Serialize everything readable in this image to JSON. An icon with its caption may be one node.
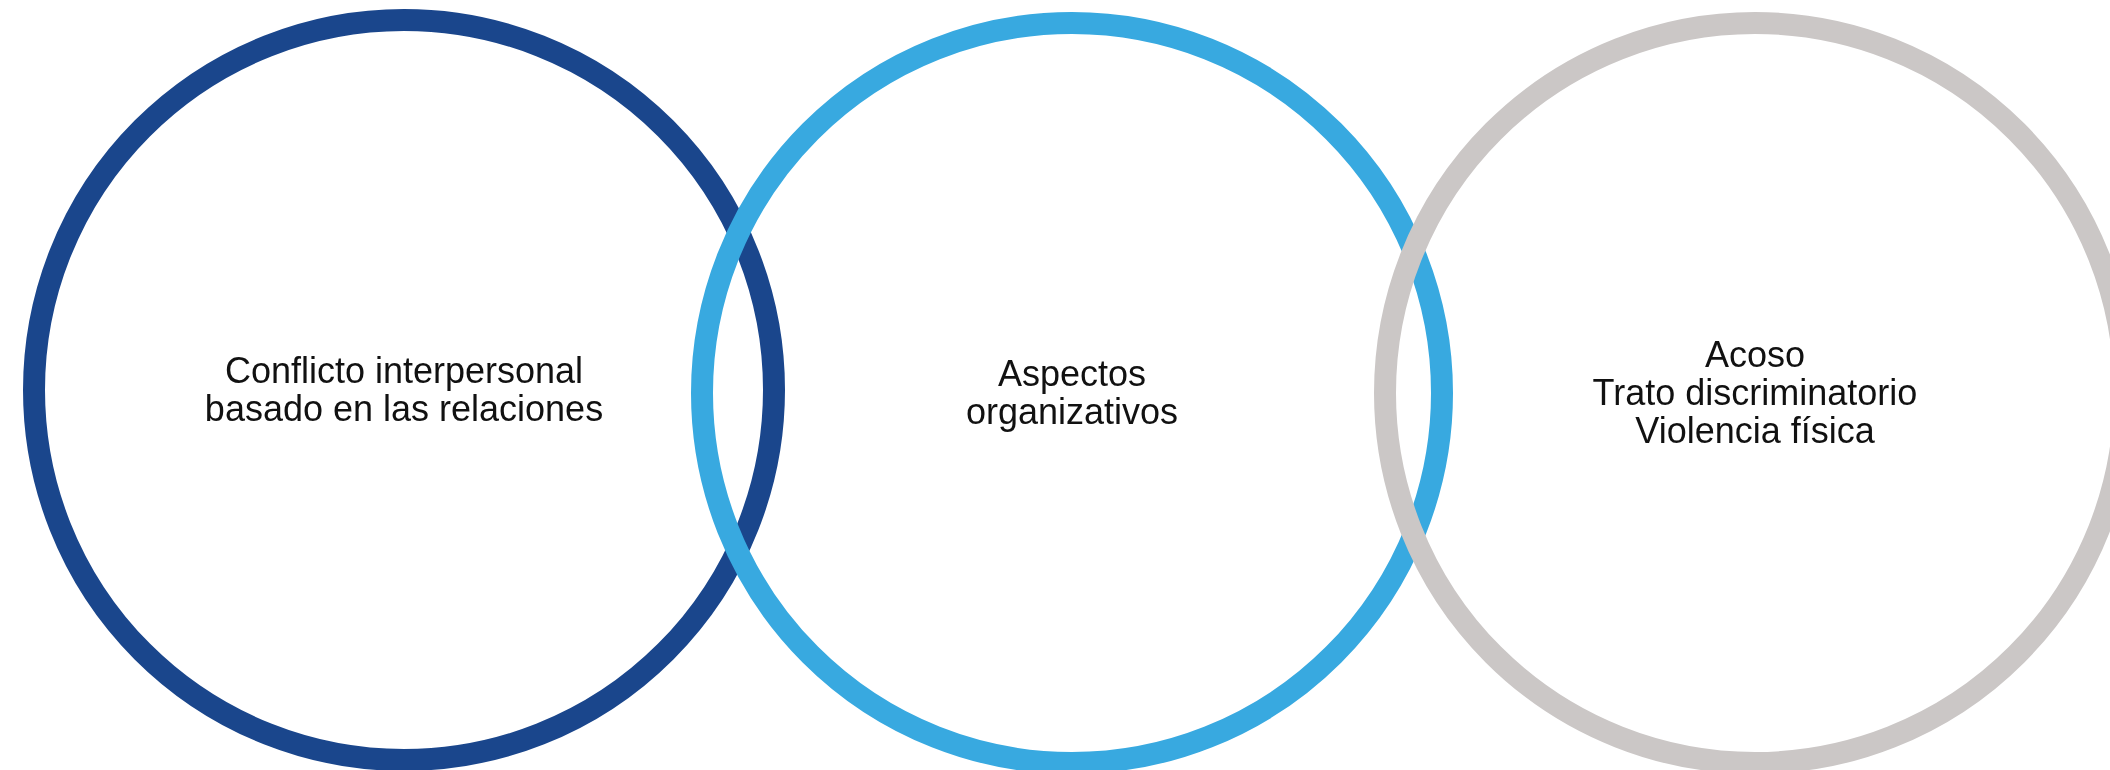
{
  "diagram": {
    "nodes": [
      {
        "text": [
          "Conflicto interpersonal basado en las relaciones"
        ]
      },
      {
        "text": [
          "Aspectos organizativos"
        ]
      },
      {
        "text": [
          "Acoso",
          "Trato discriminatorio",
          "Violencia física"
        ]
      }
    ]
  }
}
